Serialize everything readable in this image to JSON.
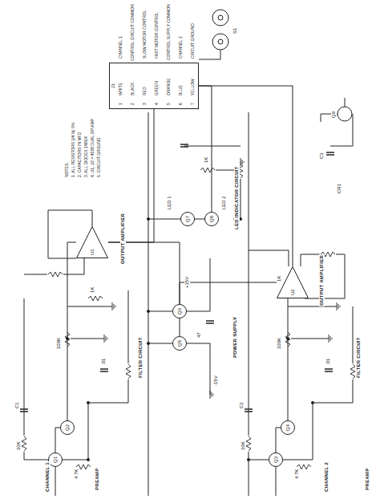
{
  "diagram": {
    "nodes": [
      {
        "text": [
          "J1"
        ]
      },
      {
        "text": [
          "U1"
        ]
      },
      {
        "text": [
          "U2"
        ]
      },
      {
        "text": [
          "Q1"
        ]
      },
      {
        "text": [
          "Q2"
        ]
      },
      {
        "text": [
          "Q3"
        ]
      },
      {
        "text": [
          "Q4"
        ]
      },
      {
        "text": [
          "Q5"
        ]
      },
      {
        "text": [
          "Q6"
        ]
      },
      {
        "text": [
          "Q7"
        ]
      },
      {
        "text": [
          "Q8"
        ]
      }
    ],
    "edges": [
      {
        "from": 3,
        "to": 4,
        "arrow": "none"
      },
      {
        "from": 4,
        "to": 1,
        "arrow": "none"
      },
      {
        "from": 5,
        "to": 6,
        "arrow": "none"
      },
      {
        "from": 6,
        "to": 2,
        "arrow": "none"
      },
      {
        "from": 1,
        "to": 0,
        "arrow": "none"
      },
      {
        "from": 2,
        "to": 0,
        "arrow": "none"
      },
      {
        "from": 7,
        "to": 8,
        "arrow": "none"
      },
      {
        "from": 8,
        "to": 1,
        "arrow": "none"
      },
      {
        "from": 8,
        "to": 2,
        "arrow": "none"
      },
      {
        "from": 10,
        "to": 0,
        "arrow": "none"
      },
      {
        "from": 9,
        "to": 10,
        "arrow": "none"
      }
    ],
    "labels": [
      "CHANNEL 1",
      "PREAMP",
      "FILTER CIRCUIT",
      "OUTPUT AMPLIFIER",
      "POWER SUPPLY",
      "LED INDICATOR CIRCUIT",
      "OUTPUT AMPLIFIER",
      "FILTER CIRCUIT",
      "CHANNEL 2",
      "PREAMP",
      "NOTES:",
      "1. ALL RESISTORS 1/4 W, 5%",
      "2. CAPACITORS IN MFD",
      "3. ALL DIODES 1N914",
      "4. U1, U2 = 4558 DUAL OP AMP",
      "5. CIRCUIT GROUND",
      "CHANNEL 1",
      "CONTROL CIRCUIT COMMON",
      "SLOW MOTOR CONTROL",
      "FAST MOTOR CONTROL",
      "CONTROL SUPPLY COMMON",
      "CHANNEL 2",
      "CIRCUIT GROUND",
      "WHITE",
      "BLACK",
      "RED",
      "GREEN",
      "ORANGE",
      "BLUE",
      "YELLOW",
      "1",
      "2",
      "3",
      "4",
      "5",
      "6",
      "7",
      "S1",
      "C3",
      "Q9",
      "CR1",
      "10K",
      "4.7K",
      "100K",
      ".01",
      "1K",
      "47",
      "+15V",
      "-15V",
      "LED 1",
      "LED 2",
      "1K",
      "10K",
      "4.7K",
      "100K",
      ".01",
      "1K",
      "C1",
      "C2"
    ]
  }
}
